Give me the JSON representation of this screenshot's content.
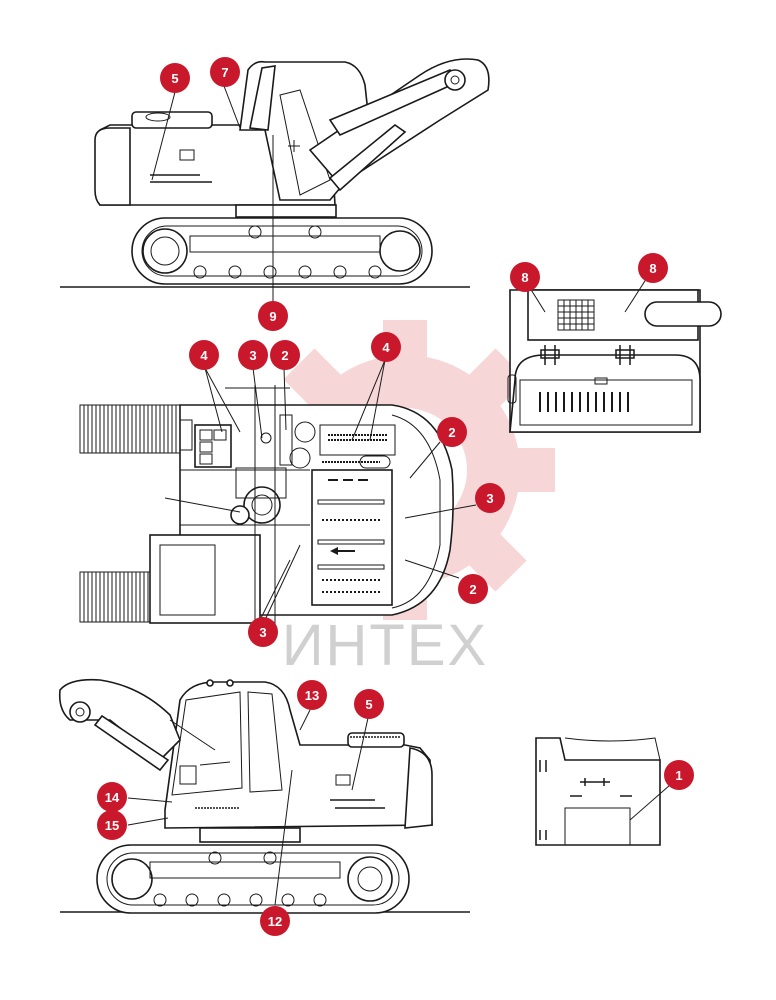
{
  "watermark": {
    "text": "ИНТЕХ",
    "gear_color": "#f2c6c6",
    "text_color": "#d4d4d4"
  },
  "accent_color": "#c9182b",
  "callouts": {
    "top_5": "5",
    "top_7": "7",
    "top_9": "9",
    "plan_4a": "4",
    "plan_3a": "3",
    "plan_2a": "2",
    "plan_4b": "4",
    "plan_2b": "2",
    "plan_3b": "3",
    "plan_2c": "2",
    "plan_3c": "3",
    "detail_8a": "8",
    "detail_8b": "8",
    "bottom_13": "13",
    "bottom_5": "5",
    "bottom_14": "14",
    "bottom_15": "15",
    "bottom_12": "12",
    "small_1": "1"
  }
}
